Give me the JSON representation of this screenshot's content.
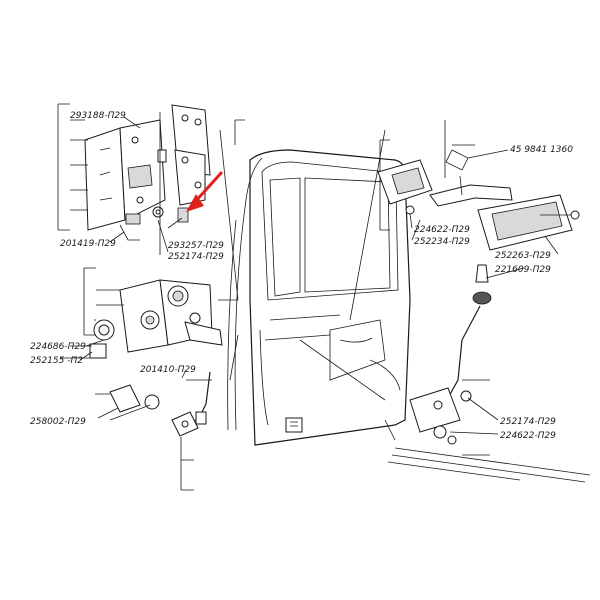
{
  "labels": {
    "p293188": "293188-П29",
    "p201419": "201419-П29",
    "p293257": "293257-П29",
    "p252174a": "252174-П29",
    "p224686": "224686-П29",
    "p252155": "252155 -П2",
    "p201410": "201410-П29",
    "p258002": "258002-П29",
    "p459841": "45 9841 1360",
    "p224622a": "224622-П29",
    "p252234": "252234-П29",
    "p252263": "252263-П29",
    "p221609": "221609-П29",
    "p252174b": "252174-П29",
    "p224622b": "224622-П29"
  },
  "colors": {
    "ink": "#1a1a1a",
    "highlight_arrow": "#e0201c",
    "background": "#ffffff"
  }
}
